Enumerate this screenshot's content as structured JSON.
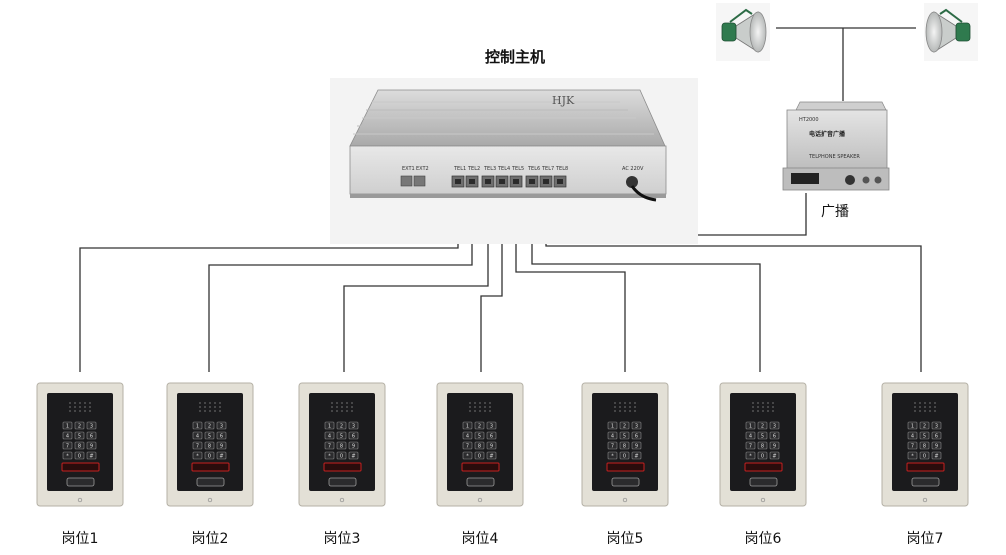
{
  "controller": {
    "title": "控制主机",
    "brand": "HJK",
    "port_labels": [
      "TEL1",
      "TEL2",
      "TEL3",
      "TEL4",
      "TEL5",
      "TEL6",
      "TEL7",
      "TEL8"
    ],
    "ext_labels": [
      "EXT1",
      "EXT2"
    ],
    "power_label": "AC 220V"
  },
  "amplifier": {
    "label": "广播",
    "model": "HT2000",
    "name_cn": "电话扩音广播",
    "name_en": "TELPHONE SPEAKER"
  },
  "speakers": [
    {
      "name": "horn-speaker-left"
    },
    {
      "name": "horn-speaker-right"
    }
  ],
  "posts": [
    {
      "label": "岗位1"
    },
    {
      "label": "岗位2"
    },
    {
      "label": "岗位3"
    },
    {
      "label": "岗位4"
    },
    {
      "label": "岗位5"
    },
    {
      "label": "岗位6"
    },
    {
      "label": "岗位7"
    }
  ],
  "keypad_keys": [
    "1",
    "2",
    "3",
    "4",
    "5",
    "6",
    "7",
    "8",
    "9",
    "*",
    "0",
    "#"
  ],
  "colors": {
    "wire": "#333333",
    "panel_frame": "#e3e0d6",
    "panel_face": "#1b1b1d",
    "led": "#c62020",
    "device_body": "#dcdcdc",
    "speaker_green": "#2f7a4e"
  }
}
